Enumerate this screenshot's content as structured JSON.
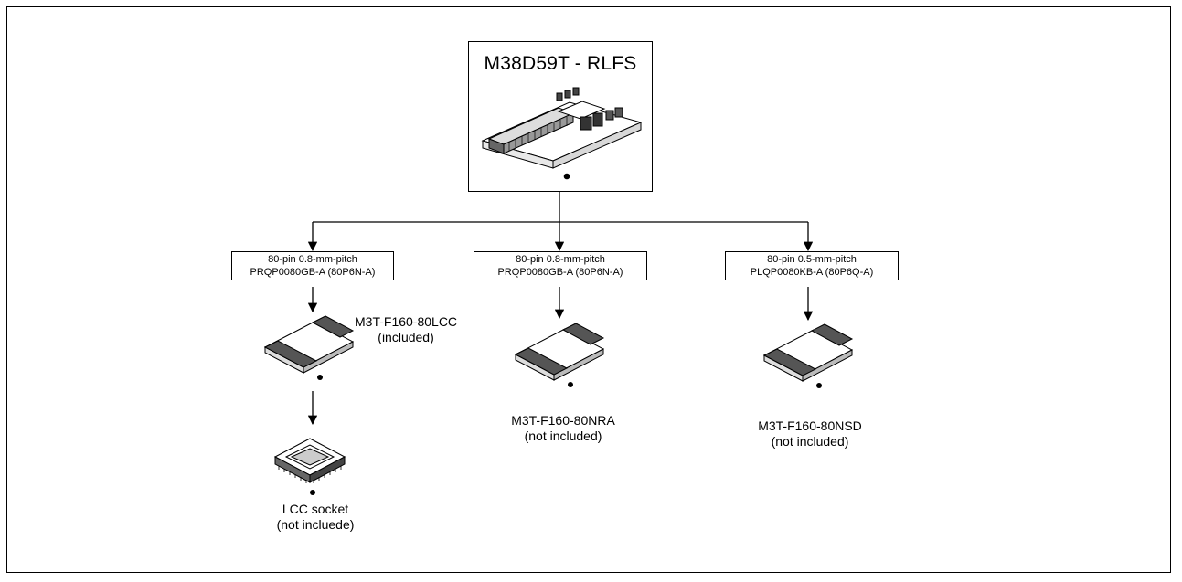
{
  "main_board": {
    "title": "M38D59T - RLFS"
  },
  "branches": [
    {
      "package_pitch": "80-pin 0.8-mm-pitch",
      "package_code": "PRQP0080GB-A (80P6N-A)",
      "adapter_name": "M3T-F160-80LCC",
      "adapter_status": "(included)"
    },
    {
      "package_pitch": "80-pin 0.8-mm-pitch",
      "package_code": "PRQP0080GB-A (80P6N-A)",
      "adapter_name": "M3T-F160-80NRA",
      "adapter_status": "(not included)"
    },
    {
      "package_pitch": "80-pin 0.5-mm-pitch",
      "package_code": "PLQP0080KB-A (80P6Q-A)",
      "adapter_name": "M3T-F160-80NSD",
      "adapter_status": "(not included)"
    }
  ],
  "socket": {
    "name": "LCC socket",
    "status": "(not incluede)"
  }
}
